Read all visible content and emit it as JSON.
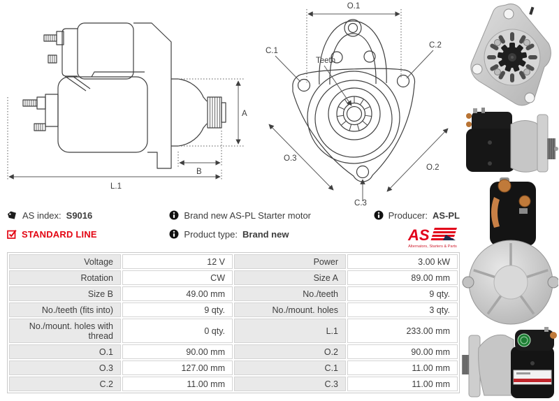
{
  "info": {
    "as_index": {
      "label": "AS index:",
      "value": "S9016"
    },
    "standard_line": "STANDARD LINE",
    "description": "Brand new AS-PL Starter motor",
    "product_type": {
      "label": "Product type:",
      "value": "Brand new"
    },
    "producer": {
      "label": "Producer:",
      "value": "AS-PL"
    }
  },
  "logo": {
    "as": "AS",
    "tagline": "Alternators, Starters & Parts"
  },
  "diagrams": {
    "side_view": {
      "a": "A",
      "b": "B",
      "l1": "L.1"
    },
    "front_view": {
      "o1": "O.1",
      "o2": "O.2",
      "o3": "O.3",
      "c1": "C.1",
      "c2": "C.2",
      "c3": "C.3",
      "teeth": "Teeth"
    }
  },
  "spec_table": {
    "rows": [
      [
        "Voltage",
        "12 V",
        "Power",
        "3.00 kW"
      ],
      [
        "Rotation",
        "CW",
        "Size A",
        "89.00 mm"
      ],
      [
        "Size B",
        "49.00 mm",
        "No./teeth",
        "9 qty."
      ],
      [
        "No./teeth (fits into)",
        "9 qty.",
        "No./mount. holes",
        "3 qty."
      ],
      [
        "No./mount. holes with thread",
        "0 qty.",
        "L.1",
        "233.00 mm"
      ],
      [
        "O.1",
        "90.00 mm",
        "O.2",
        "90.00 mm"
      ],
      [
        "O.3",
        "127.00 mm",
        "C.1",
        "11.00 mm"
      ],
      [
        "C.2",
        "11.00 mm",
        "C.3",
        "11.00 mm"
      ]
    ]
  },
  "colors": {
    "accent_red": "#e30613",
    "table_label_bg": "#e9e9e9",
    "table_border": "#c9c9c9",
    "text": "#3c3c3c"
  }
}
